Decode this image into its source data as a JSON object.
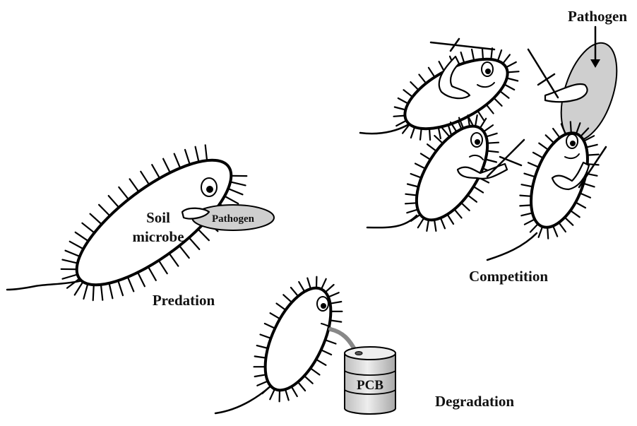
{
  "diagram": {
    "labels": {
      "predation": "Predation",
      "competition": "Competition",
      "degradation": "Degradation",
      "soil_microbe_line1": "Soil",
      "soil_microbe_line2": "microbe",
      "pathogen_small": "Pathogen",
      "pathogen_top": "Pathogen",
      "pcb": "PCB"
    },
    "colors": {
      "outline": "#000000",
      "pathogen_fill": "#cfcfcf",
      "barrel_fill": "#d9d9d9",
      "background": "#ffffff"
    }
  }
}
